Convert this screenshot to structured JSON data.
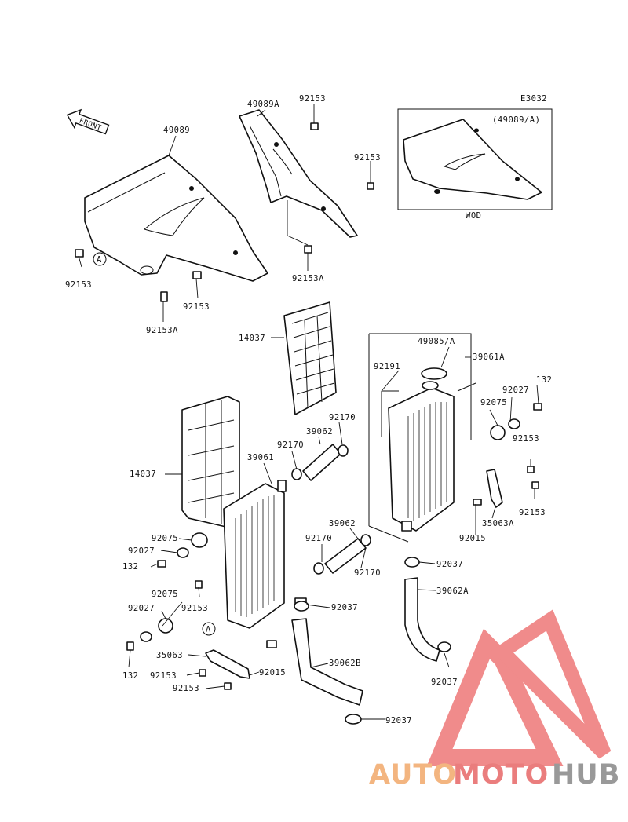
{
  "diagram_code": "E3032",
  "front_label": "FRONT",
  "inset": {
    "title": "(49089/A)",
    "caption": "WOD"
  },
  "callout_letter": "A",
  "labels": [
    {
      "id": "l1",
      "text": "49089"
    },
    {
      "id": "l2",
      "text": "49089A"
    },
    {
      "id": "l3",
      "text": "92153"
    },
    {
      "id": "l4",
      "text": "92153"
    },
    {
      "id": "l5",
      "text": "92153A"
    },
    {
      "id": "l6",
      "text": "92153"
    },
    {
      "id": "l7",
      "text": "92153A"
    },
    {
      "id": "l8",
      "text": "92153"
    },
    {
      "id": "l9",
      "text": "14037"
    },
    {
      "id": "l10",
      "text": "49085/A"
    },
    {
      "id": "l11",
      "text": "39061A"
    },
    {
      "id": "l12",
      "text": "92191"
    },
    {
      "id": "l13",
      "text": "132"
    },
    {
      "id": "l14",
      "text": "92027"
    },
    {
      "id": "l15",
      "text": "92075"
    },
    {
      "id": "l16",
      "text": "92170"
    },
    {
      "id": "l17",
      "text": "39062"
    },
    {
      "id": "l18",
      "text": "92170"
    },
    {
      "id": "l19",
      "text": "39061"
    },
    {
      "id": "l20",
      "text": "92153"
    },
    {
      "id": "l21",
      "text": "14037"
    },
    {
      "id": "l22",
      "text": "92153"
    },
    {
      "id": "l23",
      "text": "35063A"
    },
    {
      "id": "l24",
      "text": "92015"
    },
    {
      "id": "l25",
      "text": "39062"
    },
    {
      "id": "l26",
      "text": "92075"
    },
    {
      "id": "l27",
      "text": "92027"
    },
    {
      "id": "l28",
      "text": "132"
    },
    {
      "id": "l29",
      "text": "92170"
    },
    {
      "id": "l30",
      "text": "92170"
    },
    {
      "id": "l31",
      "text": "92037"
    },
    {
      "id": "l32",
      "text": "92075"
    },
    {
      "id": "l33",
      "text": "92027"
    },
    {
      "id": "l34",
      "text": "92153"
    },
    {
      "id": "l35",
      "text": "92037"
    },
    {
      "id": "l36",
      "text": "39062A"
    },
    {
      "id": "l37",
      "text": "35063"
    },
    {
      "id": "l38",
      "text": "132"
    },
    {
      "id": "l39",
      "text": "92153"
    },
    {
      "id": "l40",
      "text": "92015"
    },
    {
      "id": "l41",
      "text": "39062B"
    },
    {
      "id": "l42",
      "text": "92153"
    },
    {
      "id": "l43",
      "text": "92037"
    },
    {
      "id": "l44",
      "text": "92037"
    }
  ],
  "watermark": {
    "part1": "AUTO",
    "part2": "MOTO",
    "part3": "HUB",
    "colors": {
      "orange": "#f2ad73",
      "red": "#e87070",
      "gray": "#8f8f8f",
      "triangle": "#ef7f7f"
    }
  }
}
